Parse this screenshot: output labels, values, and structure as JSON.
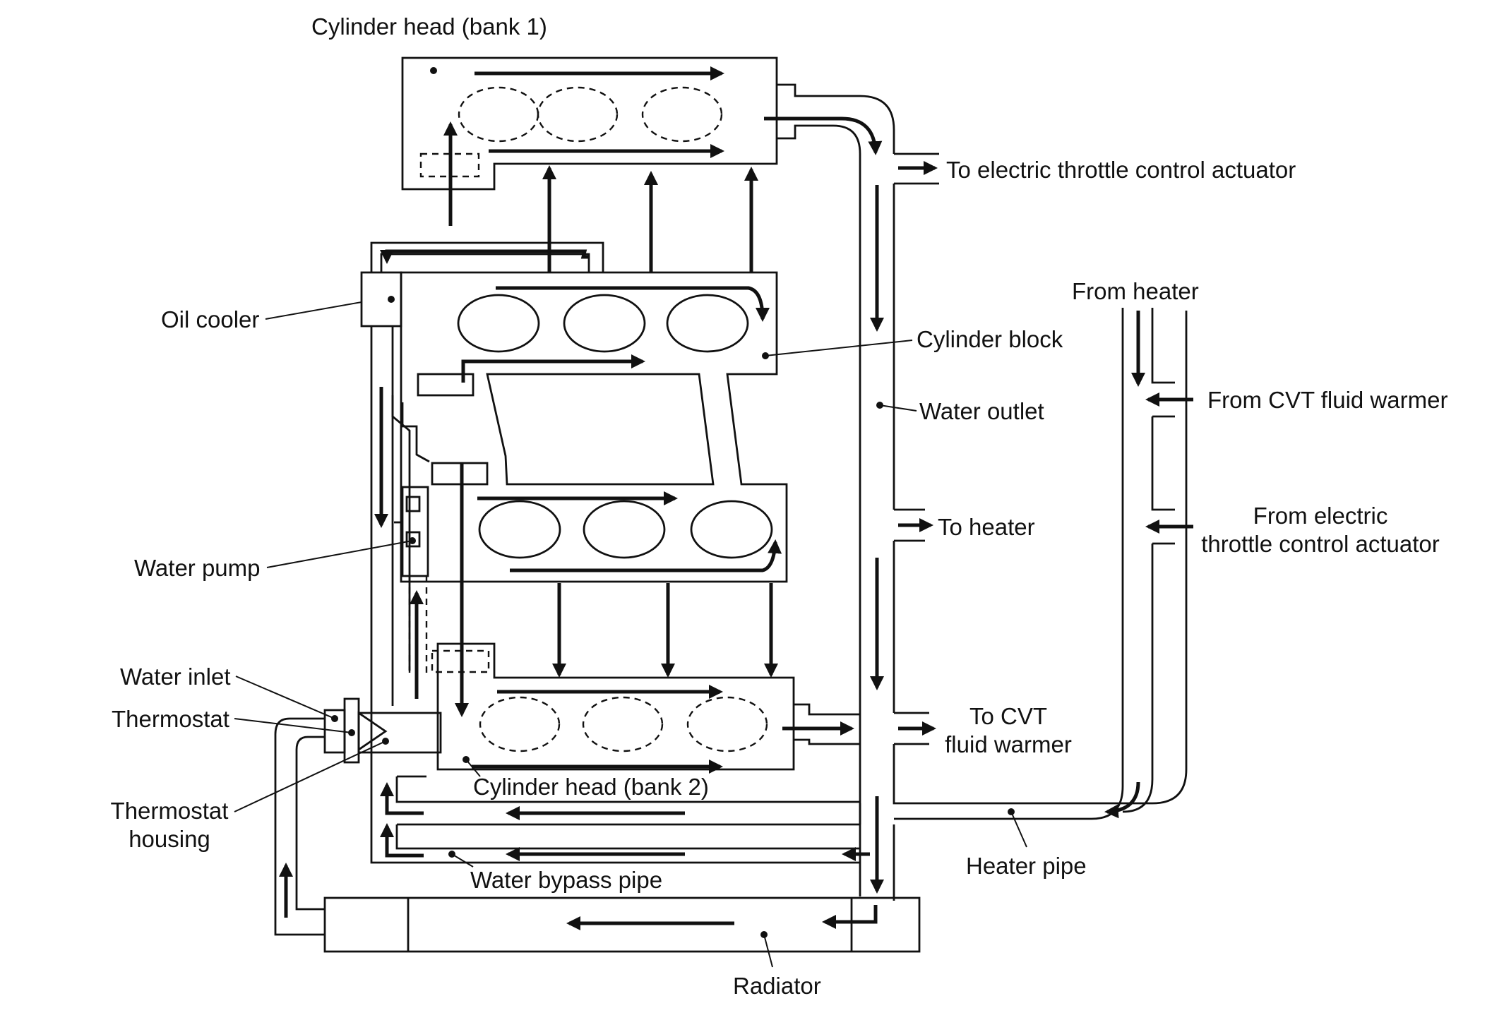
{
  "diagram": {
    "labels": {
      "cylinder_head_bank1": "Cylinder head (bank 1)",
      "to_electric_throttle": "To electric throttle control actuator",
      "from_heater": "From heater",
      "oil_cooler": "Oil cooler",
      "cylinder_block": "Cylinder block",
      "water_outlet": "Water outlet",
      "from_cvt_fluid_warmer": "From CVT fluid warmer",
      "to_heater": "To heater",
      "from_electric_throttle_line1": "From electric",
      "from_electric_throttle_line2": "throttle control actuator",
      "water_pump": "Water pump",
      "water_inlet": "Water inlet",
      "thermostat": "Thermostat",
      "to_cvt_line1": "To CVT",
      "to_cvt_line2": "fluid warmer",
      "thermostat_housing_line1": "Thermostat",
      "thermostat_housing_line2": "housing",
      "cylinder_head_bank2": "Cylinder head (bank 2)",
      "heater_pipe": "Heater pipe",
      "water_bypass_pipe": "Water bypass pipe",
      "radiator": "Radiator"
    }
  }
}
